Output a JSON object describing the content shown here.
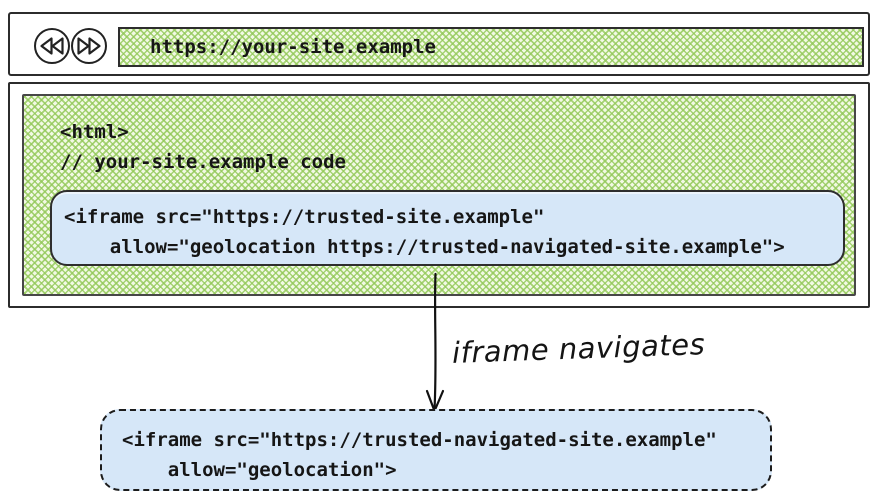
{
  "colors": {
    "green_stroke": "#92c858",
    "green_base": "#f2f9e4",
    "blue_fill": "#d6e7f8",
    "border_dark": "#2c2c2c",
    "text": "#161616"
  },
  "browser": {
    "back_button_icon": "rewind-icon",
    "forward_button_icon": "fast-forward-icon",
    "url": "https://your-site.example"
  },
  "page_code": {
    "line1": "<html>",
    "line2": "// your-site.example code"
  },
  "iframe_box": {
    "line1": "<iframe src=\"https://trusted-site.example\"",
    "line2": "    allow=\"geolocation https://trusted-navigated-site.example\">"
  },
  "arrow": {
    "label": "iframe navigates"
  },
  "navigated_iframe_box": {
    "line1": "<iframe src=\"https://trusted-navigated-site.example\"",
    "line2": "    allow=\"geolocation\">"
  }
}
